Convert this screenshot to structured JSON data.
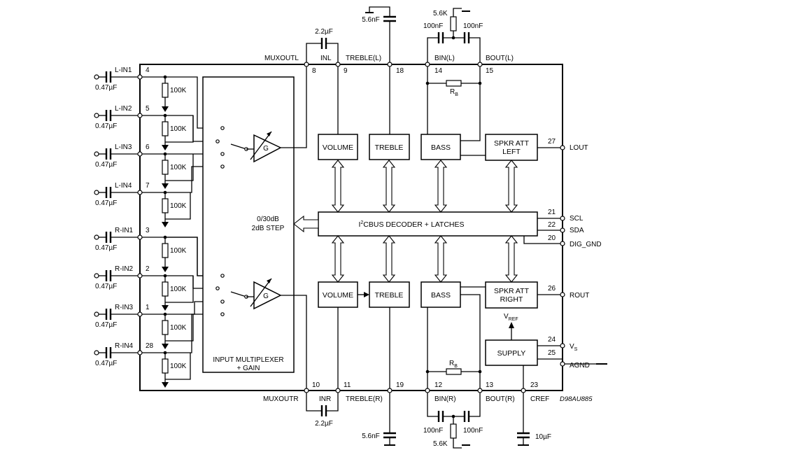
{
  "diagram": {
    "code": "D98AU885",
    "blocks": {
      "mux_title": "INPUT MULTIPLEXER",
      "mux_sub": "+ GAIN",
      "gain_1": "0/30dB",
      "gain_2": "2dB STEP",
      "gain_symbol": "G",
      "volume": "VOLUME",
      "treble": "TREBLE",
      "bass": "BASS",
      "spkr_l_1": "SPKR ATT",
      "spkr_l_2": "LEFT",
      "spkr_r_1": "SPKR ATT",
      "spkr_r_2": "RIGHT",
      "decoder_i": "I",
      "decoder_sup": "2",
      "decoder_rest": "CBUS DECODER + LATCHES",
      "supply": "SUPPLY",
      "vref_main": "V",
      "vref_sub": "REF"
    },
    "inputs": [
      {
        "label": "L-IN1",
        "pin": "4",
        "cap": "0.47µF",
        "res": "100K"
      },
      {
        "label": "L-IN2",
        "pin": "5",
        "cap": "0.47µF",
        "res": "100K"
      },
      {
        "label": "L-IN3",
        "pin": "6",
        "cap": "0.47µF",
        "res": "100K"
      },
      {
        "label": "L-IN4",
        "pin": "7",
        "cap": "0.47µF",
        "res": "100K"
      },
      {
        "label": "R-IN1",
        "pin": "3",
        "cap": "0.47µF",
        "res": "100K"
      },
      {
        "label": "R-IN2",
        "pin": "2",
        "cap": "0.47µF",
        "res": "100K"
      },
      {
        "label": "R-IN3",
        "pin": "1",
        "cap": "0.47µF",
        "res": "100K"
      },
      {
        "label": "R-IN4",
        "pin": "28",
        "cap": "0.47µF",
        "res": "100K"
      }
    ],
    "top": {
      "muxoutl": "MUXOUTL",
      "pin8": "8",
      "inl": "INL",
      "pin9": "9",
      "cap_inl": "2.2µF",
      "treble_l": "TREBLE(L)",
      "pin18": "18",
      "cap_treble_l": "5.6nF",
      "bin_l": "BIN(L)",
      "pin14": "14",
      "bout_l": "BOUT(L)",
      "pin15": "15",
      "cap_b1": "100nF",
      "cap_b2": "100nF",
      "res_b": "5.6K",
      "rb_main": "R",
      "rb_sub": "B"
    },
    "bottom": {
      "muxoutr": "MUXOUTR",
      "pin10": "10",
      "inr": "INR",
      "pin11": "11",
      "cap_inr": "2.2µF",
      "treble_r": "TREBLE(R)",
      "pin19": "19",
      "cap_treble_r": "5.6nF",
      "bin_r": "BIN(R)",
      "pin12": "12",
      "bout_r": "BOUT(R)",
      "pin13": "13",
      "cap_b1": "100nF",
      "cap_b2": "100nF",
      "res_b": "5.6K",
      "rb_main": "R",
      "rb_sub": "B",
      "cref": "CREF",
      "pin23": "23",
      "cap_cref": "10µF"
    },
    "right": {
      "lout": "LOUT",
      "pin27": "27",
      "scl": "SCL",
      "pin21": "21",
      "sda": "SDA",
      "pin22": "22",
      "dig_gnd": "DIG_GND",
      "pin20": "20",
      "rout": "ROUT",
      "pin26": "26",
      "vs_main": "V",
      "vs_sub": "S",
      "pin24": "24",
      "agnd": "AGND",
      "pin25": "25"
    }
  }
}
